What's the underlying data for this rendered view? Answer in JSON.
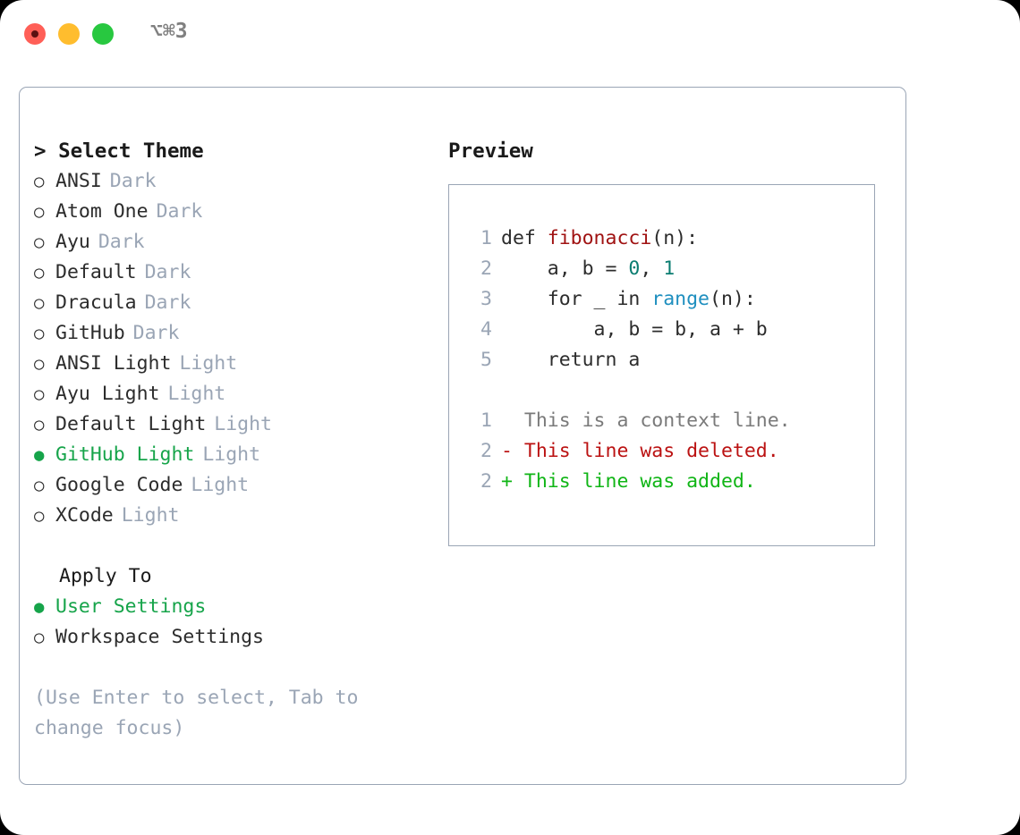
{
  "window": {
    "shortcut": "⌥⌘3",
    "traffic_lights": [
      {
        "name": "close-button",
        "color": "#ff5f57"
      },
      {
        "name": "minimize-button",
        "color": "#ffbd2e"
      },
      {
        "name": "maximize-button",
        "color": "#28c840"
      }
    ]
  },
  "colors": {
    "accent_green": "#16a44a",
    "muted": "#9aa5b5",
    "border": "#9aa5b5",
    "text": "#2c2c2c",
    "diff_add": "#10b516",
    "diff_del": "#bb1212",
    "diff_context": "#7a7a7a",
    "syntax_function": "#a01212",
    "syntax_number": "#0b7d71",
    "syntax_builtin": "#1f8fbf"
  },
  "theme_panel": {
    "header_prefix": "> ",
    "header": "Select Theme",
    "bullet_unselected": "○",
    "bullet_selected": "●",
    "items": [
      {
        "name": "ANSI",
        "variant": "Dark",
        "selected": false
      },
      {
        "name": "Atom One",
        "variant": "Dark",
        "selected": false
      },
      {
        "name": "Ayu",
        "variant": "Dark",
        "selected": false
      },
      {
        "name": "Default",
        "variant": "Dark",
        "selected": false
      },
      {
        "name": "Dracula",
        "variant": "Dark",
        "selected": false
      },
      {
        "name": "GitHub",
        "variant": "Dark",
        "selected": false
      },
      {
        "name": "ANSI Light",
        "variant": "Light",
        "selected": false
      },
      {
        "name": "Ayu Light",
        "variant": "Light",
        "selected": false
      },
      {
        "name": "Default Light",
        "variant": "Light",
        "selected": false
      },
      {
        "name": "GitHub Light",
        "variant": "Light",
        "selected": true
      },
      {
        "name": "Google Code",
        "variant": "Light",
        "selected": false
      },
      {
        "name": "XCode",
        "variant": "Light",
        "selected": false
      }
    ]
  },
  "apply_to": {
    "header": "Apply To",
    "options": [
      {
        "name": "User Settings",
        "selected": true
      },
      {
        "name": "Workspace Settings",
        "selected": false
      }
    ]
  },
  "hint": {
    "line1": "(Use Enter to select, Tab to",
    "line2": "change focus)"
  },
  "preview": {
    "header": "Preview",
    "code_lines": [
      {
        "lineno": "1",
        "tokens": [
          {
            "text": "def ",
            "type": "plain"
          },
          {
            "text": "fibonacci",
            "type": "func"
          },
          {
            "text": "(n):",
            "type": "plain"
          }
        ]
      },
      {
        "lineno": "2",
        "tokens": [
          {
            "text": "    a, b = ",
            "type": "plain"
          },
          {
            "text": "0",
            "type": "num"
          },
          {
            "text": ", ",
            "type": "plain"
          },
          {
            "text": "1",
            "type": "num"
          }
        ]
      },
      {
        "lineno": "3",
        "tokens": [
          {
            "text": "    for _ in ",
            "type": "plain"
          },
          {
            "text": "range",
            "type": "builtin"
          },
          {
            "text": "(n):",
            "type": "plain"
          }
        ]
      },
      {
        "lineno": "4",
        "tokens": [
          {
            "text": "        a, b = b, a + b",
            "type": "plain"
          }
        ]
      },
      {
        "lineno": "5",
        "tokens": [
          {
            "text": "    return a",
            "type": "plain"
          }
        ]
      }
    ],
    "diff_lines": [
      {
        "lineno": "1",
        "marker": "  ",
        "text": "This is a context line.",
        "type": "context"
      },
      {
        "lineno": "2",
        "marker": "- ",
        "text": "This line was deleted.",
        "type": "del"
      },
      {
        "lineno": "2",
        "marker": "+ ",
        "text": "This line was added.",
        "type": "add"
      }
    ]
  }
}
